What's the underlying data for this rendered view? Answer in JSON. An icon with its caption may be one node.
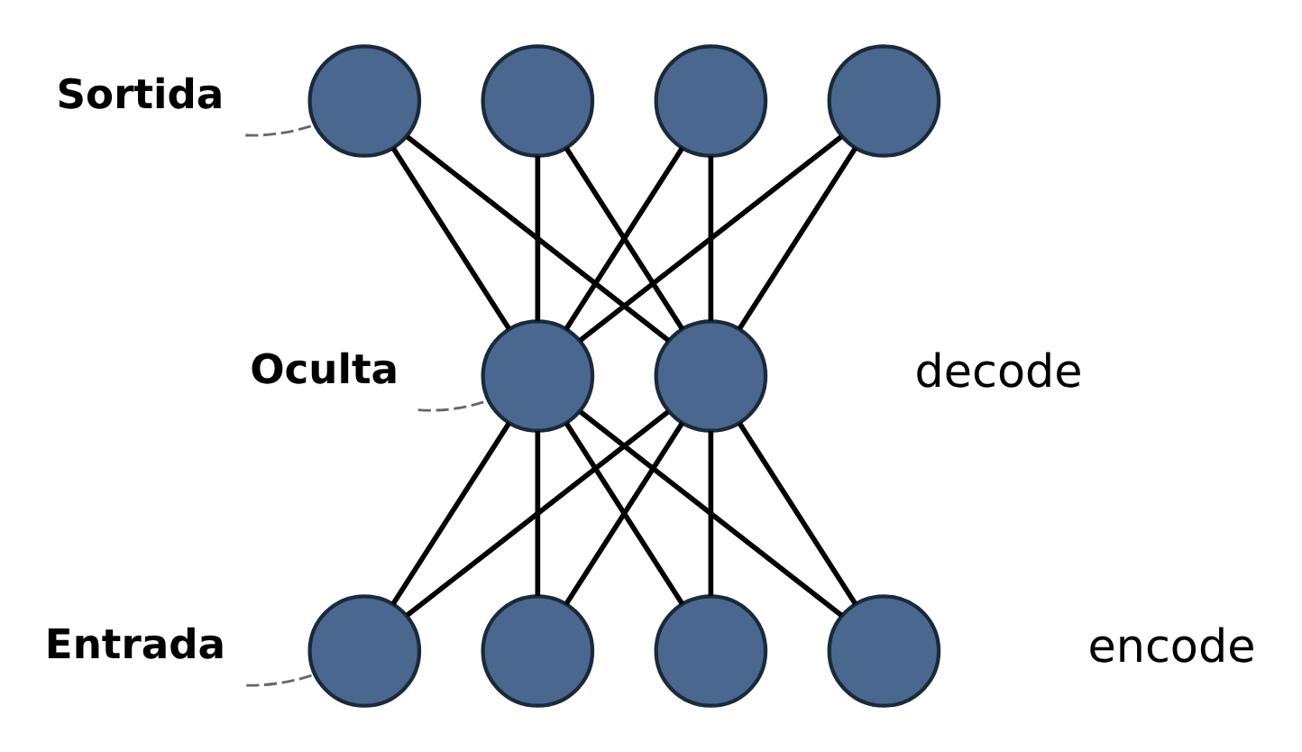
{
  "diagram": {
    "nodes": [
      {
        "text": [
          "Sortida"
        ]
      },
      {
        "text": [],
        "shape": "circle"
      },
      {
        "text": [],
        "shape": "circle"
      },
      {
        "text": [],
        "shape": "circle"
      },
      {
        "text": [],
        "shape": "circle"
      },
      {
        "text": [
          "Oculta"
        ]
      },
      {
        "text": [],
        "shape": "circle"
      },
      {
        "text": [],
        "shape": "circle"
      },
      {
        "text": [
          "Entrada"
        ]
      },
      {
        "text": [],
        "shape": "circle"
      },
      {
        "text": [],
        "shape": "circle"
      },
      {
        "text": [],
        "shape": "circle"
      },
      {
        "text": [],
        "shape": "circle"
      }
    ],
    "edges": [
      {
        "from": 0,
        "to": 1,
        "arrow": "none",
        "style": "dashed",
        "color": "#666666"
      },
      {
        "from": 5,
        "to": 6,
        "arrow": "none",
        "style": "dashed",
        "color": "#666666"
      },
      {
        "from": 8,
        "to": 9,
        "arrow": "none",
        "style": "dashed",
        "color": "#666666"
      },
      {
        "from": 9,
        "to": 6,
        "arrow": "none"
      },
      {
        "from": 9,
        "to": 7,
        "arrow": "none"
      },
      {
        "from": 10,
        "to": 6,
        "arrow": "none"
      },
      {
        "from": 10,
        "to": 7,
        "arrow": "none"
      },
      {
        "from": 11,
        "to": 6,
        "arrow": "none"
      },
      {
        "from": 11,
        "to": 7,
        "arrow": "none"
      },
      {
        "from": 12,
        "to": 6,
        "arrow": "none"
      },
      {
        "from": 12,
        "to": 7,
        "arrow": "none"
      },
      {
        "from": 6,
        "to": 1,
        "arrow": "none"
      },
      {
        "from": 6,
        "to": 2,
        "arrow": "none"
      },
      {
        "from": 6,
        "to": 3,
        "arrow": "none"
      },
      {
        "from": 6,
        "to": 4,
        "arrow": "none"
      },
      {
        "from": 7,
        "to": 1,
        "arrow": "none"
      },
      {
        "from": 7,
        "to": 2,
        "arrow": "none"
      },
      {
        "from": 7,
        "to": 3,
        "arrow": "none"
      },
      {
        "from": 7,
        "to": 4,
        "arrow": "none"
      }
    ],
    "labels": [
      "decode",
      "encode"
    ]
  }
}
